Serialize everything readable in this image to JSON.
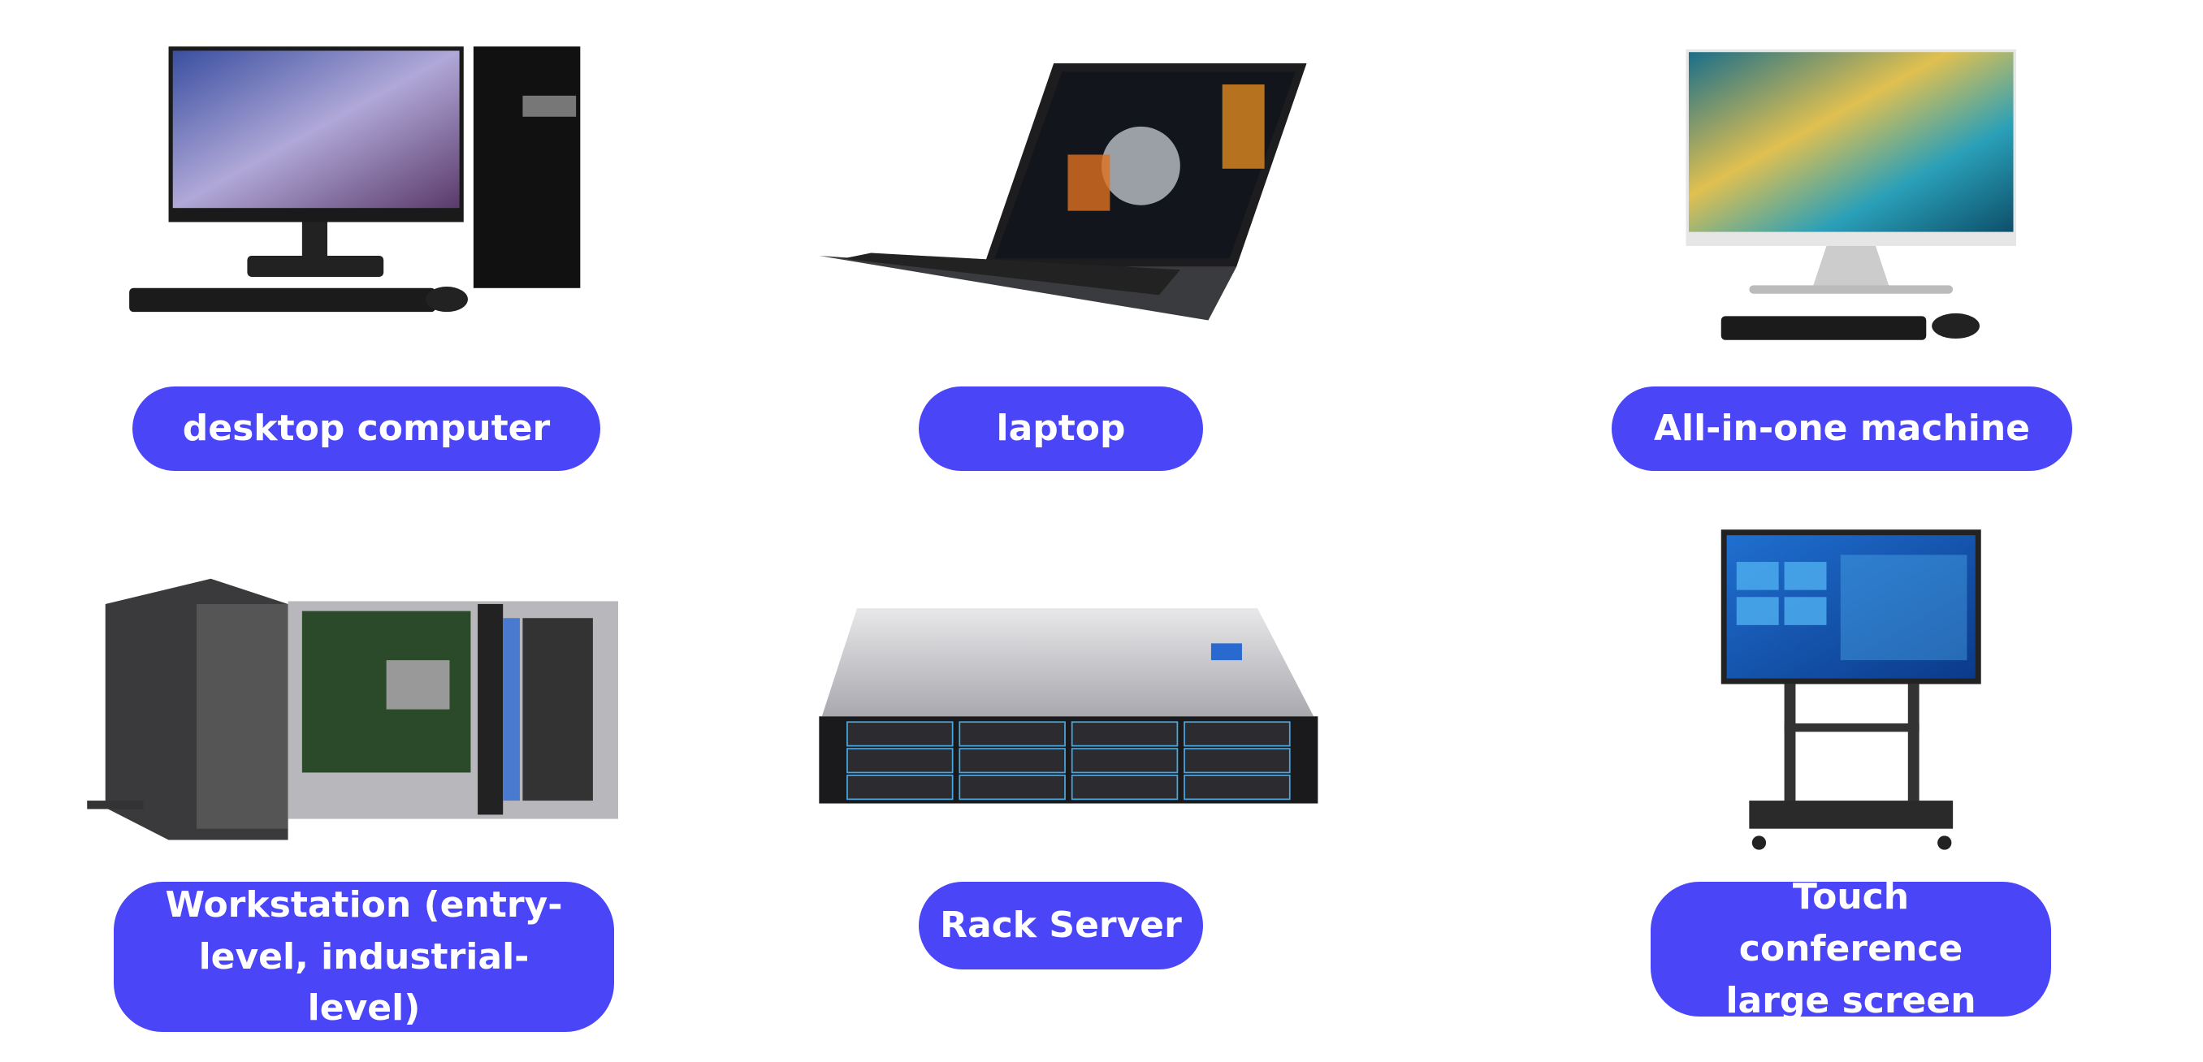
{
  "accent_color": "#4B45F8",
  "items": [
    {
      "label": "desktop computer",
      "icon": "desktop-computer-icon"
    },
    {
      "label": "laptop",
      "icon": "laptop-icon"
    },
    {
      "label": "All-in-one machine",
      "icon": "all-in-one-icon"
    },
    {
      "label": "Workstation (entry-level, industrial-level)",
      "icon": "workstation-icon"
    },
    {
      "label": "Rack Server",
      "icon": "rack-server-icon"
    },
    {
      "label": "Touch conference large screen",
      "icon": "touch-screen-icon"
    }
  ]
}
